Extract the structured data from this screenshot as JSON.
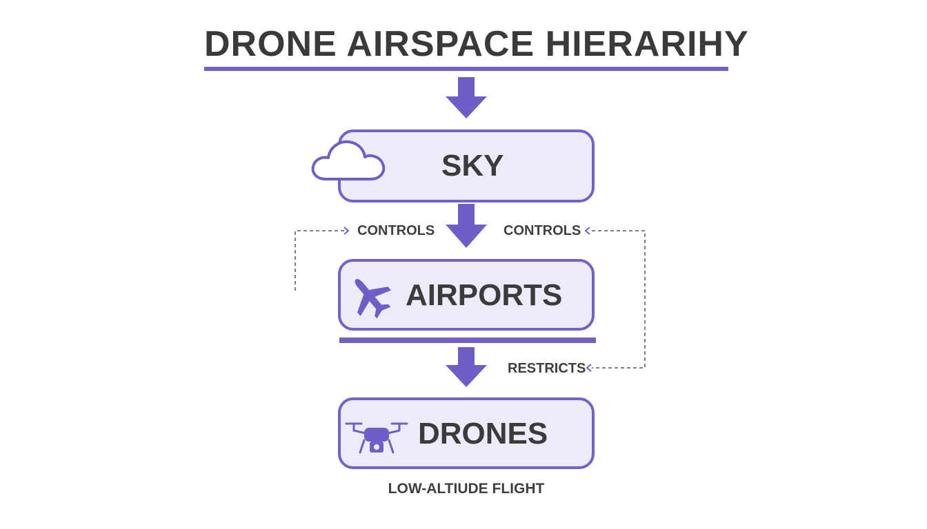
{
  "title": "DRONE AIRSPACE HIERARIHY",
  "nodes": {
    "sky": {
      "label": "SKY",
      "icon": "cloud-icon"
    },
    "airports": {
      "label": "AIRPORTS",
      "icon": "airplane-icon"
    },
    "drones": {
      "label": "DRONES",
      "icon": "drone-icon",
      "caption": "LOW-ALTIUDE FLIGHT"
    }
  },
  "relations": {
    "left_controls": "CONTROLS",
    "right_controls": "CONTROLS",
    "restricts": "RESTRICTS"
  },
  "colors": {
    "accent": "#7262c9",
    "box_fill": "#ecebfa",
    "text": "#3a3a3a"
  }
}
